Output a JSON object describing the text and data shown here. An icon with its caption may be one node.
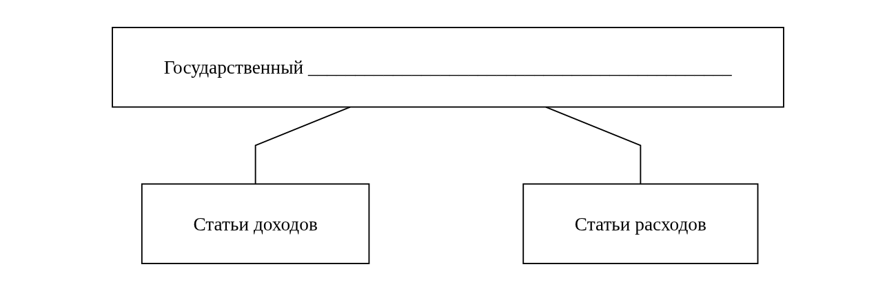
{
  "diagram": {
    "nodes": [
      {
        "text": [
          "Государственный _____________________________________________"
        ]
      },
      {
        "text": [
          "Статьи доходов"
        ]
      },
      {
        "text": [
          "Статьи расходов"
        ]
      }
    ],
    "edges": [
      {
        "from": 0,
        "to": 1,
        "arrow": "none"
      },
      {
        "from": 0,
        "to": 2,
        "arrow": "none"
      }
    ]
  }
}
